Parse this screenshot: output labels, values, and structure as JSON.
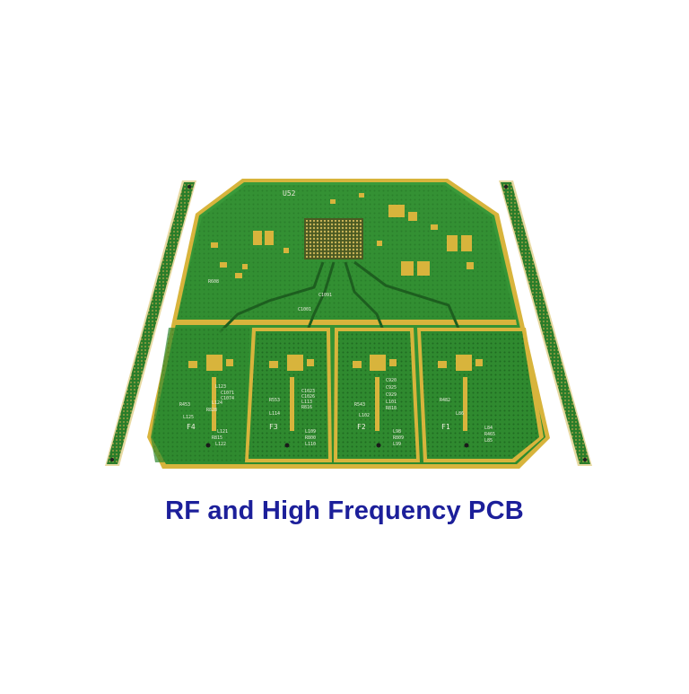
{
  "caption": "RF and High Frequency PCB",
  "board": {
    "chip_label": "U52",
    "channel_labels": [
      "F4",
      "F3",
      "F2",
      "F1"
    ],
    "silkscreen_labels": [
      "R453",
      "L125",
      "L121",
      "R815",
      "L122",
      "L124",
      "R828",
      "L123",
      "C1071",
      "C1074",
      "R553",
      "L114",
      "C1023",
      "C1026",
      "L113",
      "R816",
      "L109",
      "R800",
      "L110",
      "R543",
      "L102",
      "C920",
      "C925",
      "C929",
      "L101",
      "R818",
      "L98",
      "R809",
      "L99",
      "R482",
      "L86",
      "L84",
      "R465",
      "L85",
      "C1091",
      "C1001",
      "R608"
    ]
  },
  "colors": {
    "solder_mask": "#2f8a2f",
    "copper_gold": "#d8b43c",
    "caption_blue": "#1c1f9a",
    "bga_dark": "#5a5a2a"
  }
}
